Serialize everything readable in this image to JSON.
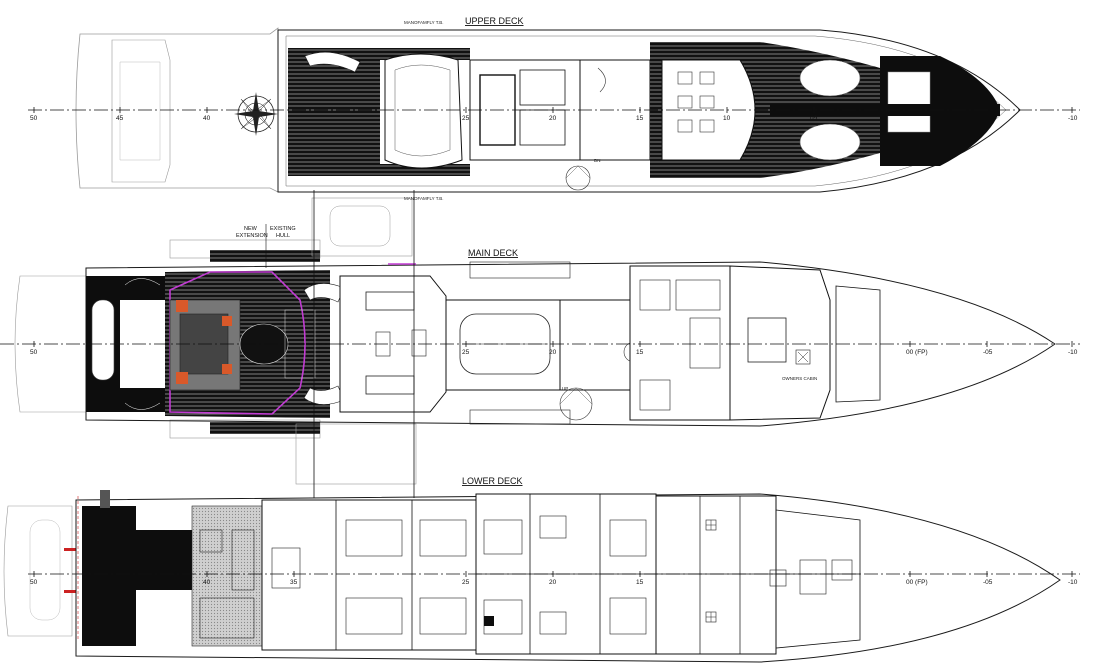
{
  "decks": {
    "upper": {
      "title": "UPPER DECK",
      "ticks": [
        "50",
        "45",
        "40",
        "25",
        "20",
        "15",
        "10",
        "05",
        "-10"
      ]
    },
    "main": {
      "title": "MAIN DECK",
      "ticks": [
        "50",
        "25",
        "20",
        "15",
        "00 (FP)",
        "-05",
        "-10"
      ]
    },
    "lower": {
      "title": "LOWER DECK",
      "ticks": [
        "50",
        "40",
        "35",
        "25",
        "20",
        "15",
        "00 (FP)",
        "-05",
        "-10"
      ]
    }
  },
  "notes": {
    "new_extension": "NEW\nEXTENSION",
    "existing_hull": "EXISTING\nHULL",
    "upper_small_1": "MANOFAMFLY T.B.",
    "upper_small_2": "MANOFAMFLY T.B.",
    "dn": "DN",
    "up": "UP",
    "owners_cabin": "OWNERS CABIN"
  },
  "colors": {
    "line": "#1a1a1a",
    "fill_black": "#0d0d0d",
    "outline_grey": "#9a9a9a",
    "magenta": "#c23bd4",
    "furniture_orange": "#d9592a",
    "red_marker": "#cc2222"
  }
}
